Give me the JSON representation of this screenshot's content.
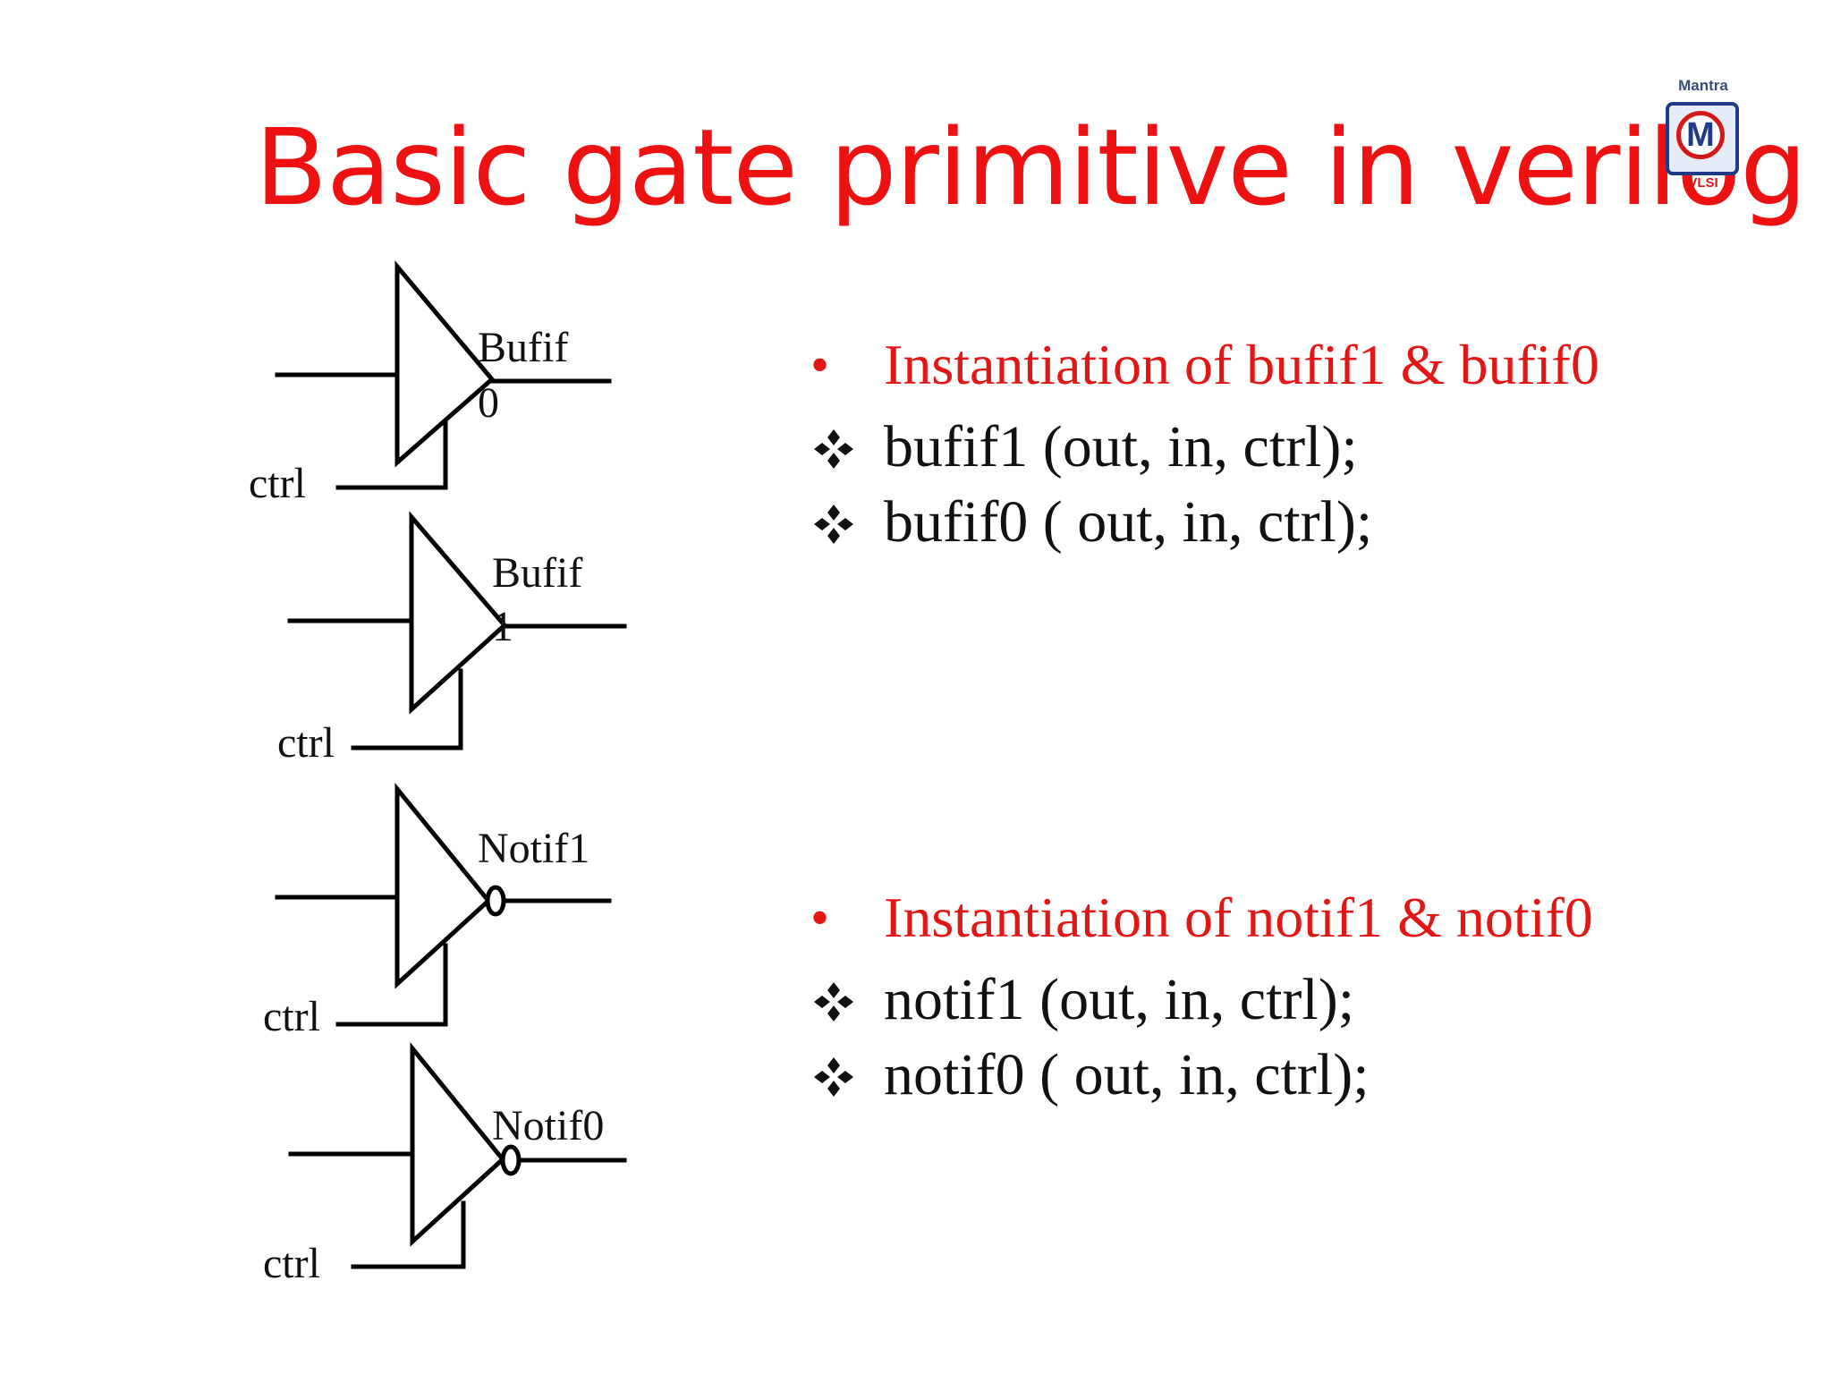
{
  "slide": {
    "title": "Basic gate primitive in verilog"
  },
  "logo": {
    "top_text": "Mantra",
    "letter": "M",
    "bottom_text": "VLSI"
  },
  "gates": [
    {
      "label_line1": "Bufif",
      "label_line2": "0",
      "ctrl_label": "ctrl"
    },
    {
      "label_line1": "Bufif",
      "label_line2": "1",
      "ctrl_label": "ctrl"
    },
    {
      "label_line1": "Notif1",
      "ctrl_label": "ctrl"
    },
    {
      "label_line1": "Notif0",
      "ctrl_label": "ctrl"
    }
  ],
  "section_buf": {
    "heading": "Instantiation of bufif1 & bufif0",
    "items": [
      "bufif1 (out, in, ctrl);",
      "bufif0 ( out, in, ctrl);"
    ]
  },
  "section_not": {
    "heading": "Instantiation of notif1 & notif0",
    "items": [
      "notif1 (out, in, ctrl);",
      "notif0 ( out, in, ctrl);"
    ]
  },
  "colors": {
    "title": "#ee1111",
    "heading": "#e31616",
    "text": "#111111"
  }
}
